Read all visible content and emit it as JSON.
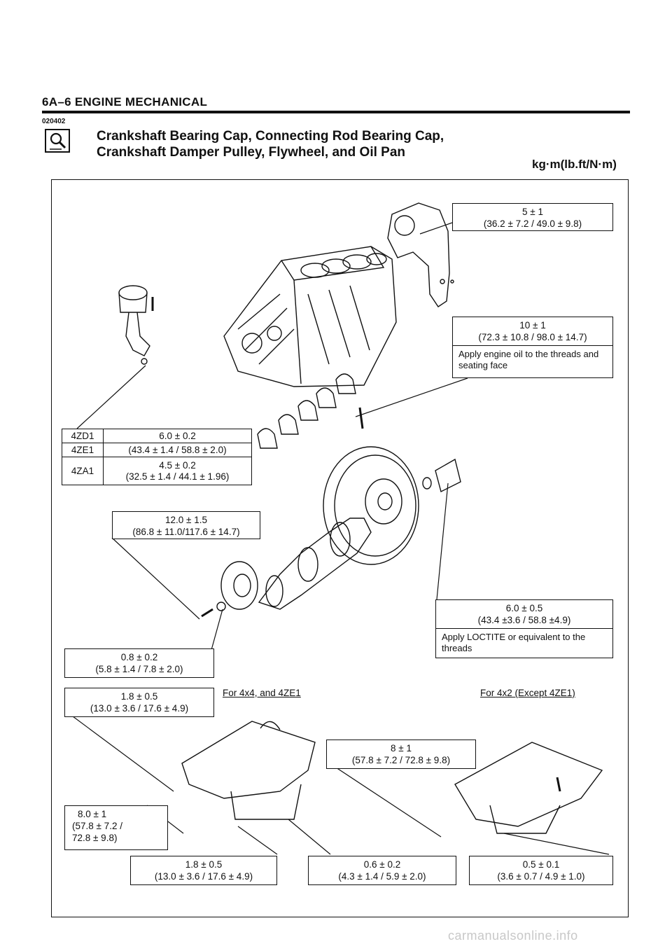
{
  "header": {
    "section": "6A–6 ENGINE MECHANICAL",
    "code": "020402"
  },
  "title": {
    "line1": "Crankshaft Bearing Cap, Connecting Rod Bearing Cap,",
    "line2": "Crankshaft Damper Pulley, Flywheel, and Oil Pan"
  },
  "units": "kg·m(lb.ft/N·m)",
  "specs": {
    "plate": {
      "value": "5 ± 1",
      "conv": "(36.2 ± 7.2 / 49.0 ± 9.8)"
    },
    "main_cap": {
      "value": "10 ± 1",
      "conv": "(72.3 ± 10.8 / 98.0 ± 14.7)",
      "note": "Apply engine oil to the threads and seating face"
    },
    "conrod": {
      "row1": {
        "models": "4ZD1",
        "value": "6.0 ± 0.2"
      },
      "row2": {
        "models": "4ZE1",
        "conv": "(43.4 ± 1.4 / 58.8 ± 2.0)"
      },
      "row3": {
        "models": "4ZA1",
        "value": "4.5 ± 0.2",
        "conv": "(32.5 ± 1.4 / 44.1 ± 1.96)"
      }
    },
    "pulley": {
      "value": "12.0 ± 1.5",
      "conv": "(86.8 ± 11.0/117.6 ± 14.7)"
    },
    "flywheel": {
      "value": "6.0 ± 0.5",
      "conv": "(43.4 ±3.6 / 58.8 ±4.9)",
      "note": "Apply LOCTITE or equivalent to the threads"
    },
    "small_bolt": {
      "value": "0.8 ± 0.2",
      "conv": "(5.8 ± 1.4 / 7.8 ± 2.0)"
    },
    "pan_a": {
      "value": "1.8 ± 0.5",
      "conv": "(13.0 ± 3.6 / 17.6 ± 4.9)"
    },
    "pan_plug": {
      "value": "8 ± 1",
      "conv": "(57.8 ± 7.2 / 72.8 ± 9.8)"
    },
    "pan_b": {
      "value": "8.0 ± 1",
      "conv1": "(57.8 ± 7.2 /",
      "conv2": "72.8 ± 9.8)"
    },
    "pan_c": {
      "value": "1.8 ± 0.5",
      "conv": "(13.0 ± 3.6 / 17.6 ± 4.9)"
    },
    "pan_d": {
      "value": "0.6 ± 0.2",
      "conv": "(4.3 ± 1.4 / 5.9 ± 2.0)"
    },
    "pan_e": {
      "value": "0.5 ± 0.1",
      "conv": "(3.6 ± 0.7 / 4.9 ± 1.0)"
    }
  },
  "captions": {
    "left": "For 4x4, and 4ZE1",
    "right": "For 4x2 (Except 4ZE1)"
  },
  "watermark": "carmanualsonline.info",
  "colors": {
    "ink": "#111111",
    "paper": "#ffffff",
    "watermark": "#c8c8c8"
  }
}
